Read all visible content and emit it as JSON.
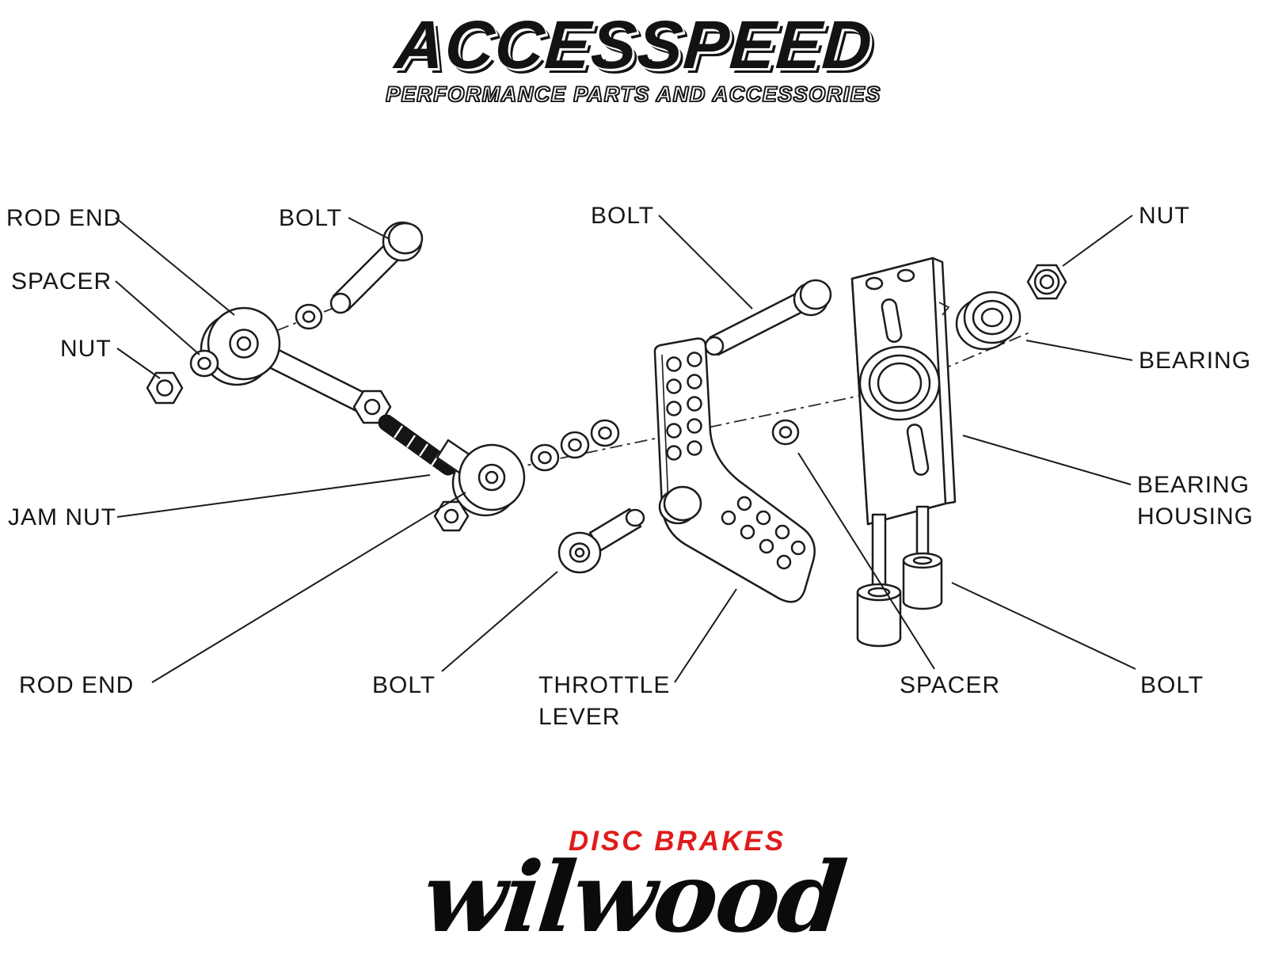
{
  "header": {
    "brand": "ACCESSPEED",
    "tagline": "PERFORMANCE PARTS AND ACCESSORIES"
  },
  "footer": {
    "tagline": "DISC BRAKES",
    "brand": "wilwood"
  },
  "diagram": {
    "labels": {
      "rod_end_top": "ROD END",
      "spacer_left": "SPACER",
      "nut_left": "NUT",
      "jam_nut": "JAM NUT",
      "rod_end_bottom": "ROD END",
      "bolt_top_left": "BOLT",
      "bolt_top_mid": "BOLT",
      "bolt_bottom_left": "BOLT",
      "throttle_lever_1": "THROTTLE",
      "throttle_lever_2": "LEVER",
      "spacer_bottom": "SPACER",
      "bolt_bottom_right": "BOLT",
      "nut_top_right": "NUT",
      "bearing_right": "BEARING",
      "bearing_housing_1": "BEARING",
      "bearing_housing_2": "HOUSING"
    }
  }
}
